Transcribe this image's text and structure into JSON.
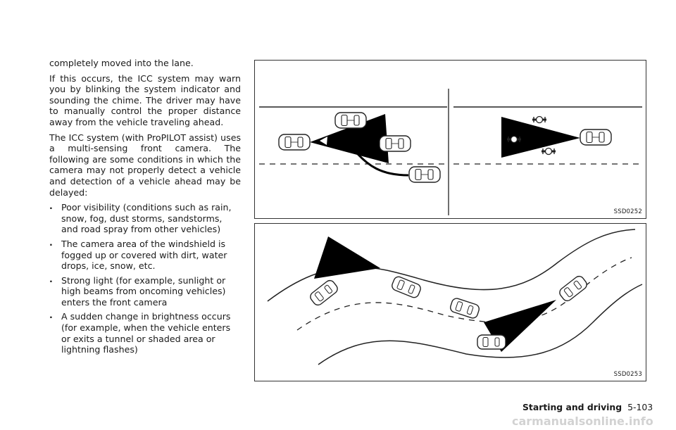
{
  "body": {
    "paragraphs": [
      "completely moved into the lane.",
      "If this occurs, the ICC system may warn you by blinking the system indicator and sounding the chime. The driver may have to manually control the proper distance away from the vehicle traveling ahead.",
      "The ICC system (with ProPILOT assist) uses a multi-sensing front camera. The following are some conditions in which the camera may not properly detect a vehicle and detection of a vehicle ahead may be delayed:"
    ],
    "bullet_symbol": ".",
    "bullets": [
      "Poor visibility (conditions such as rain, snow, fog, dust storms, sandstorms, and road spray from other vehicles)",
      "The camera area of the windshield is fogged up or covered with dirt, water drops, ice, snow, etc.",
      "Strong light (for example, sunlight or high beams from oncoming vehicles) enters the front camera",
      "A sudden change in brightness occurs (for example, when the vehicle enters or exits a tunnel or shaded area or lightning flashes)"
    ]
  },
  "figures": [
    {
      "code": "SSD0252"
    },
    {
      "code": "SSD0253"
    }
  ],
  "footer": {
    "section": "Starting and driving",
    "page": "5-103"
  },
  "watermark": "carmanualsonline.info"
}
